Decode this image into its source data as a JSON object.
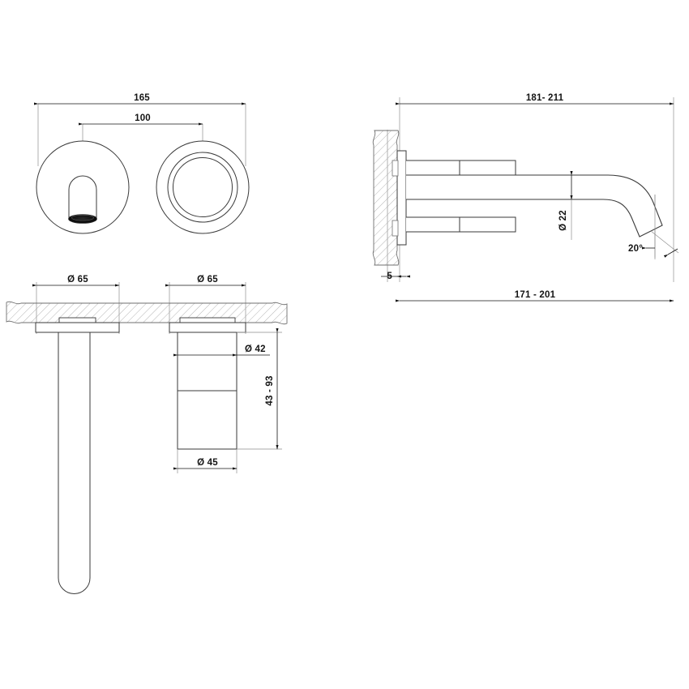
{
  "drawing": {
    "title": "Wall-mounted basin mixer technical drawing",
    "units": "mm",
    "line_color": "#3a3a3a",
    "dim_color": "#141414",
    "hatch_color": "#9a9a9a",
    "background": "#ffffff"
  },
  "views": {
    "front": {
      "name": "front-elevation-view",
      "dimensions": {
        "overall_width": "165",
        "center_distance": "100"
      },
      "rosette_left": {
        "name": "spout-rosette",
        "outer_diameter_label": "Ø 65"
      },
      "rosette_right": {
        "name": "handle-rosette",
        "outer_diameter_label": "Ø 65"
      }
    },
    "section": {
      "name": "wall-section-view",
      "dimensions": {
        "rosette_left_diameter": "Ø 65",
        "rosette_right_diameter": "Ø 65",
        "handle_shaft_diameter": "Ø 42",
        "handle_body_diameter": "Ø 45",
        "projection_range": "43 - 93"
      }
    },
    "side": {
      "name": "side-section-view",
      "dimensions": {
        "total_projection": "181- 211",
        "spout_projection": "171 - 201",
        "spout_bore_diameter": "Ø 22",
        "rosette_depth": "5",
        "outlet_angle": "20°"
      }
    }
  },
  "symbols": {
    "diameter": "Ø",
    "degree": "°"
  }
}
